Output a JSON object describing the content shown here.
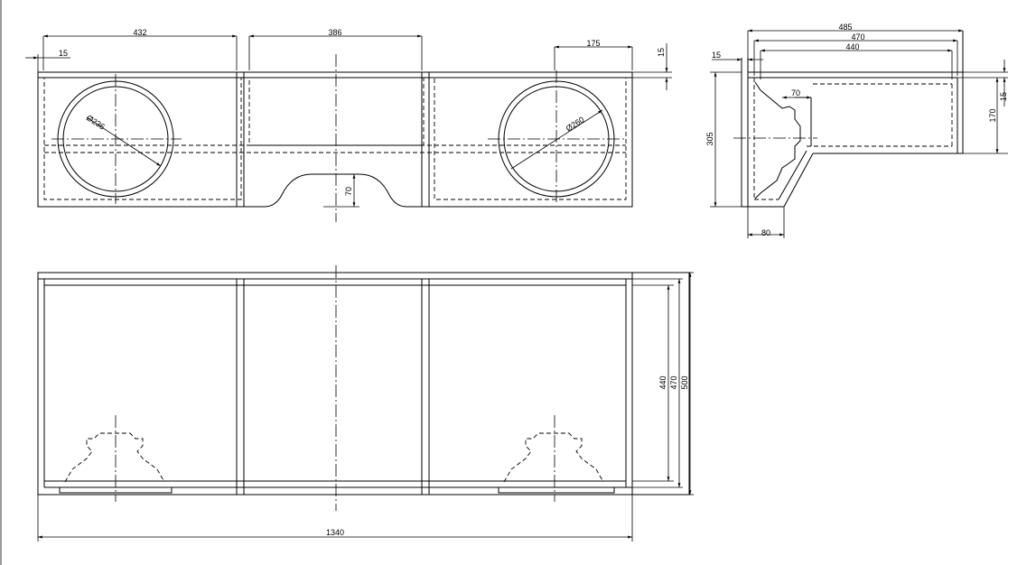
{
  "dimensions": {
    "front_432": "432",
    "front_386": "386",
    "front_175": "175",
    "front_15_left": "15",
    "front_15_right": "15",
    "front_70": "70",
    "diameter_left": "Ø236",
    "diameter_right": "Ø260",
    "side_485": "485",
    "side_470": "470",
    "side_440": "440",
    "side_15_left": "15",
    "side_15_right": "15",
    "side_70": "70",
    "side_305": "305",
    "side_170": "170",
    "side_80": "80",
    "top_440": "440",
    "top_470": "470",
    "top_500": "500",
    "top_1340": "1340"
  }
}
